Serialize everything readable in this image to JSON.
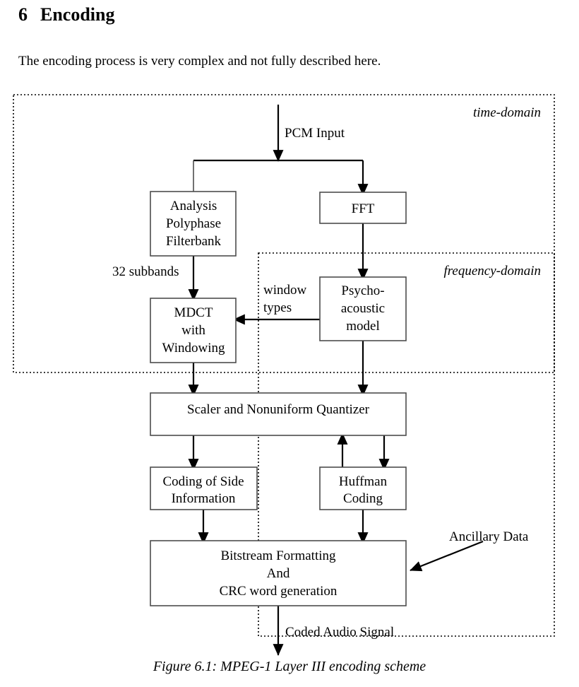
{
  "document": {
    "section_number": "6",
    "section_title": "Encoding",
    "intro_paragraph": "The encoding process is very complex and not fully described here.",
    "figure_caption": "Figure 6.1: MPEG-1 Layer III encoding scheme"
  },
  "diagram": {
    "title": "MPEG-1 Layer III encoding scheme",
    "domains": [
      {
        "id": "time-domain",
        "label": "time-domain"
      },
      {
        "id": "frequency-domain",
        "label": "frequency-domain"
      }
    ],
    "boxes": [
      {
        "id": "analysis-polyphase-filterbank",
        "lines": [
          "Analysis",
          "Polyphase",
          "Filterbank"
        ]
      },
      {
        "id": "fft",
        "lines": [
          "FFT"
        ]
      },
      {
        "id": "mdct-with-windowing",
        "lines": [
          "MDCT",
          "with",
          "Windowing"
        ]
      },
      {
        "id": "psychoacoustic-model",
        "lines": [
          "Psycho-",
          "acoustic",
          "model"
        ]
      },
      {
        "id": "scaler-and-nonuniform-quantizer",
        "lines": [
          "Scaler and Nonuniform Quantizer"
        ]
      },
      {
        "id": "coding-of-side-information",
        "lines": [
          "Coding of Side",
          "Information"
        ]
      },
      {
        "id": "huffman-coding",
        "lines": [
          "Huffman",
          "Coding"
        ]
      },
      {
        "id": "bitstream-formatting",
        "lines": [
          "Bitstream Formatting",
          "And",
          "CRC word generation"
        ]
      }
    ],
    "edge_labels": [
      {
        "id": "pcm-input",
        "label": "PCM Input"
      },
      {
        "id": "subbands",
        "label": "32 subbands"
      },
      {
        "id": "window-types-line1",
        "label": "window"
      },
      {
        "id": "window-types-line2",
        "label": "types"
      },
      {
        "id": "ancillary-data",
        "label": "Ancillary Data"
      },
      {
        "id": "coded-audio-signal",
        "label": "Coded Audio Signal"
      }
    ],
    "colors": {
      "line": "#000000",
      "box_stroke": "#4d4d4d",
      "text": "#000000",
      "background": "#ffffff"
    }
  }
}
